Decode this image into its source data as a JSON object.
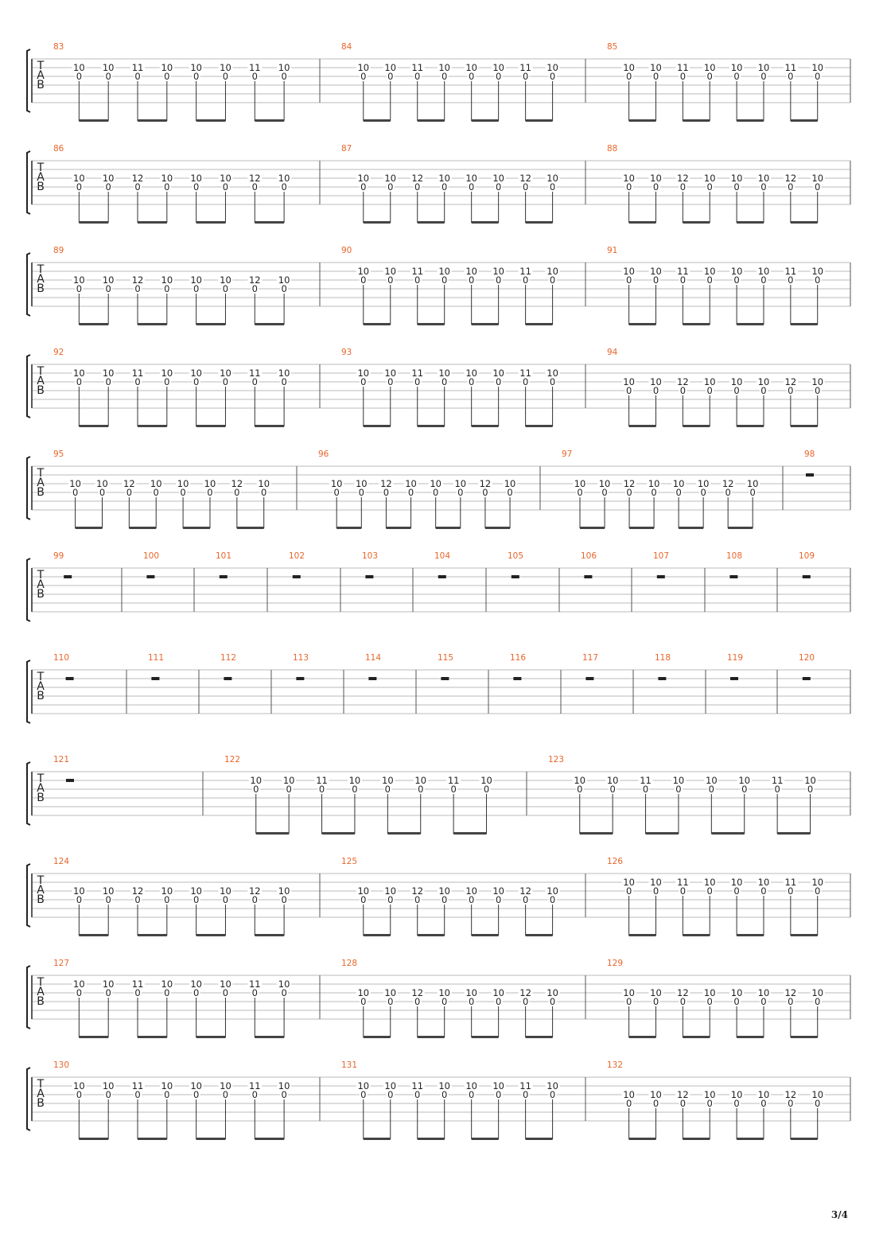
{
  "page": {
    "number": "3/4"
  },
  "tab_letters": [
    "T",
    "A",
    "B"
  ],
  "colors": {
    "measure_number": "#e8662c",
    "ink": "#222222",
    "staff_line": "#bbbbbb",
    "barline": "#555555"
  },
  "patterns": {
    "P11": {
      "top": [
        "10",
        "10",
        "11",
        "10",
        "10",
        "10",
        "11",
        "10"
      ],
      "bottom": [
        "0",
        "0",
        "0",
        "0",
        "0",
        "0",
        "0",
        "0"
      ]
    },
    "P12": {
      "top": [
        "10",
        "10",
        "12",
        "10",
        "10",
        "10",
        "12",
        "10"
      ],
      "bottom": [
        "0",
        "0",
        "0",
        "0",
        "0",
        "0",
        "0",
        "0"
      ]
    }
  },
  "systems": [
    {
      "measures": [
        {
          "number": "83",
          "type": "notes",
          "pattern": "P11",
          "string": 1
        },
        {
          "number": "84",
          "type": "notes",
          "pattern": "P11",
          "string": 1
        },
        {
          "number": "85",
          "type": "notes",
          "pattern": "P11",
          "string": 1
        }
      ]
    },
    {
      "measures": [
        {
          "number": "86",
          "type": "notes",
          "pattern": "P12",
          "string": 2
        },
        {
          "number": "87",
          "type": "notes",
          "pattern": "P12",
          "string": 2
        },
        {
          "number": "88",
          "type": "notes",
          "pattern": "P12",
          "string": 2
        }
      ]
    },
    {
      "measures": [
        {
          "number": "89",
          "type": "notes",
          "pattern": "P12",
          "string": 2
        },
        {
          "number": "90",
          "type": "notes",
          "pattern": "P11",
          "string": 1
        },
        {
          "number": "91",
          "type": "notes",
          "pattern": "P11",
          "string": 1
        }
      ]
    },
    {
      "measures": [
        {
          "number": "92",
          "type": "notes",
          "pattern": "P11",
          "string": 1
        },
        {
          "number": "93",
          "type": "notes",
          "pattern": "P11",
          "string": 1
        },
        {
          "number": "94",
          "type": "notes",
          "pattern": "P12",
          "string": 2
        }
      ]
    },
    {
      "measures": [
        {
          "number": "95",
          "type": "notes",
          "pattern": "P12",
          "string": 2
        },
        {
          "number": "96",
          "type": "notes",
          "pattern": "P12",
          "string": 2
        },
        {
          "number": "97",
          "type": "notes",
          "pattern": "P12",
          "string": 2
        },
        {
          "number": "98",
          "type": "rest"
        }
      ]
    },
    {
      "measures": [
        {
          "number": "99",
          "type": "rest"
        },
        {
          "number": "100",
          "type": "rest"
        },
        {
          "number": "101",
          "type": "rest"
        },
        {
          "number": "102",
          "type": "rest"
        },
        {
          "number": "103",
          "type": "rest"
        },
        {
          "number": "104",
          "type": "rest"
        },
        {
          "number": "105",
          "type": "rest"
        },
        {
          "number": "106",
          "type": "rest"
        },
        {
          "number": "107",
          "type": "rest"
        },
        {
          "number": "108",
          "type": "rest"
        },
        {
          "number": "109",
          "type": "rest"
        }
      ]
    },
    {
      "measures": [
        {
          "number": "110",
          "type": "rest"
        },
        {
          "number": "111",
          "type": "rest"
        },
        {
          "number": "112",
          "type": "rest"
        },
        {
          "number": "113",
          "type": "rest"
        },
        {
          "number": "114",
          "type": "rest"
        },
        {
          "number": "115",
          "type": "rest"
        },
        {
          "number": "116",
          "type": "rest"
        },
        {
          "number": "117",
          "type": "rest"
        },
        {
          "number": "118",
          "type": "rest"
        },
        {
          "number": "119",
          "type": "rest"
        },
        {
          "number": "120",
          "type": "rest"
        }
      ]
    },
    {
      "measures": [
        {
          "number": "121",
          "type": "rest"
        },
        {
          "number": "122",
          "type": "notes",
          "pattern": "P11",
          "string": 1
        },
        {
          "number": "123",
          "type": "notes",
          "pattern": "P11",
          "string": 1
        }
      ]
    },
    {
      "measures": [
        {
          "number": "124",
          "type": "notes",
          "pattern": "P12",
          "string": 2
        },
        {
          "number": "125",
          "type": "notes",
          "pattern": "P12",
          "string": 2
        },
        {
          "number": "126",
          "type": "notes",
          "pattern": "P11",
          "string": 1
        }
      ]
    },
    {
      "measures": [
        {
          "number": "127",
          "type": "notes",
          "pattern": "P11",
          "string": 1
        },
        {
          "number": "128",
          "type": "notes",
          "pattern": "P12",
          "string": 2
        },
        {
          "number": "129",
          "type": "notes",
          "pattern": "P12",
          "string": 2
        }
      ]
    },
    {
      "measures": [
        {
          "number": "130",
          "type": "notes",
          "pattern": "P11",
          "string": 1
        },
        {
          "number": "131",
          "type": "notes",
          "pattern": "P11",
          "string": 1
        },
        {
          "number": "132",
          "type": "notes",
          "pattern": "P12",
          "string": 2
        }
      ]
    }
  ]
}
